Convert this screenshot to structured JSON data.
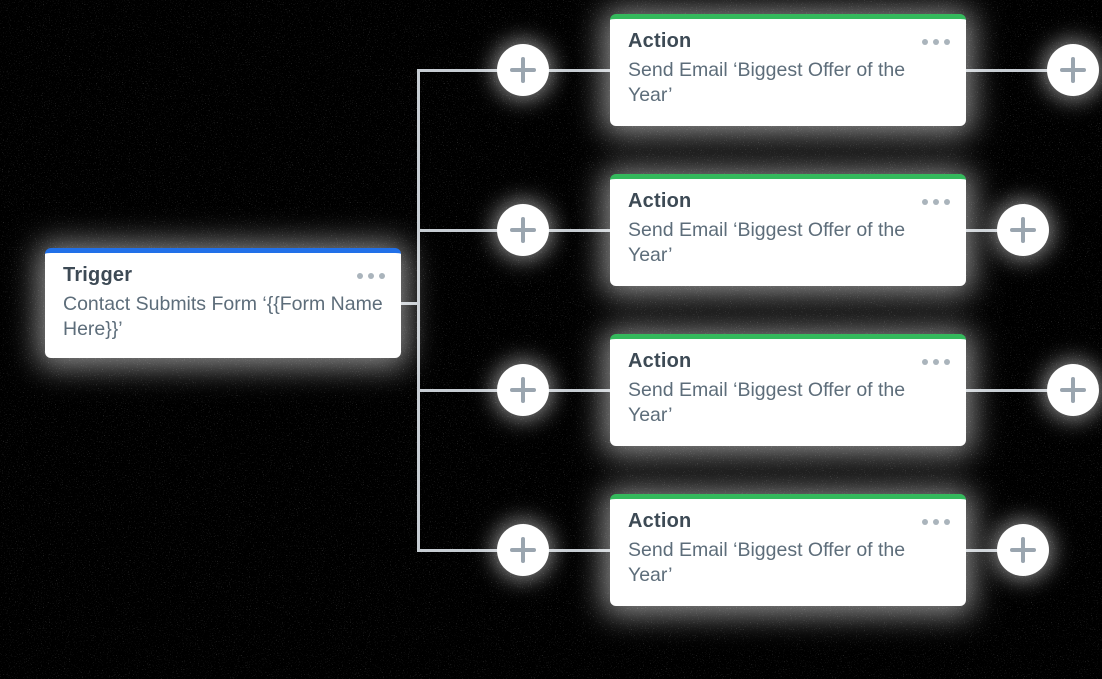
{
  "diagram": {
    "type": "automation-workflow",
    "trigger": {
      "title": "Trigger",
      "body": "Contact Submits Form ‘{{Form Name Here}}’",
      "accent_color": "#2170e8",
      "menu_icon": "ellipsis"
    },
    "actions": [
      {
        "title": "Action",
        "body": "Send Email ‘Biggest Offer of the Year’",
        "accent_color": "#34b95c",
        "menu_icon": "ellipsis"
      },
      {
        "title": "Action",
        "body": "Send Email ‘Biggest Offer of the Year’",
        "accent_color": "#34b95c",
        "menu_icon": "ellipsis"
      },
      {
        "title": "Action",
        "body": "Send Email ‘Biggest Offer of the Year’",
        "accent_color": "#34b95c",
        "menu_icon": "ellipsis"
      },
      {
        "title": "Action",
        "body": "Send Email ‘Biggest Offer of the Year’",
        "accent_color": "#34b95c",
        "menu_icon": "ellipsis"
      }
    ],
    "add_button_icon": "plus",
    "colors": {
      "background": "#000000",
      "card_background": "#ffffff",
      "trigger_accent": "#2170e8",
      "action_accent": "#34b95c",
      "title_text": "#3d4a55",
      "body_text": "#5d6d7a",
      "connector_line": "#c6ccd2",
      "plus_icon": "#9aa5af",
      "menu_dots": "#aab4bc"
    }
  }
}
